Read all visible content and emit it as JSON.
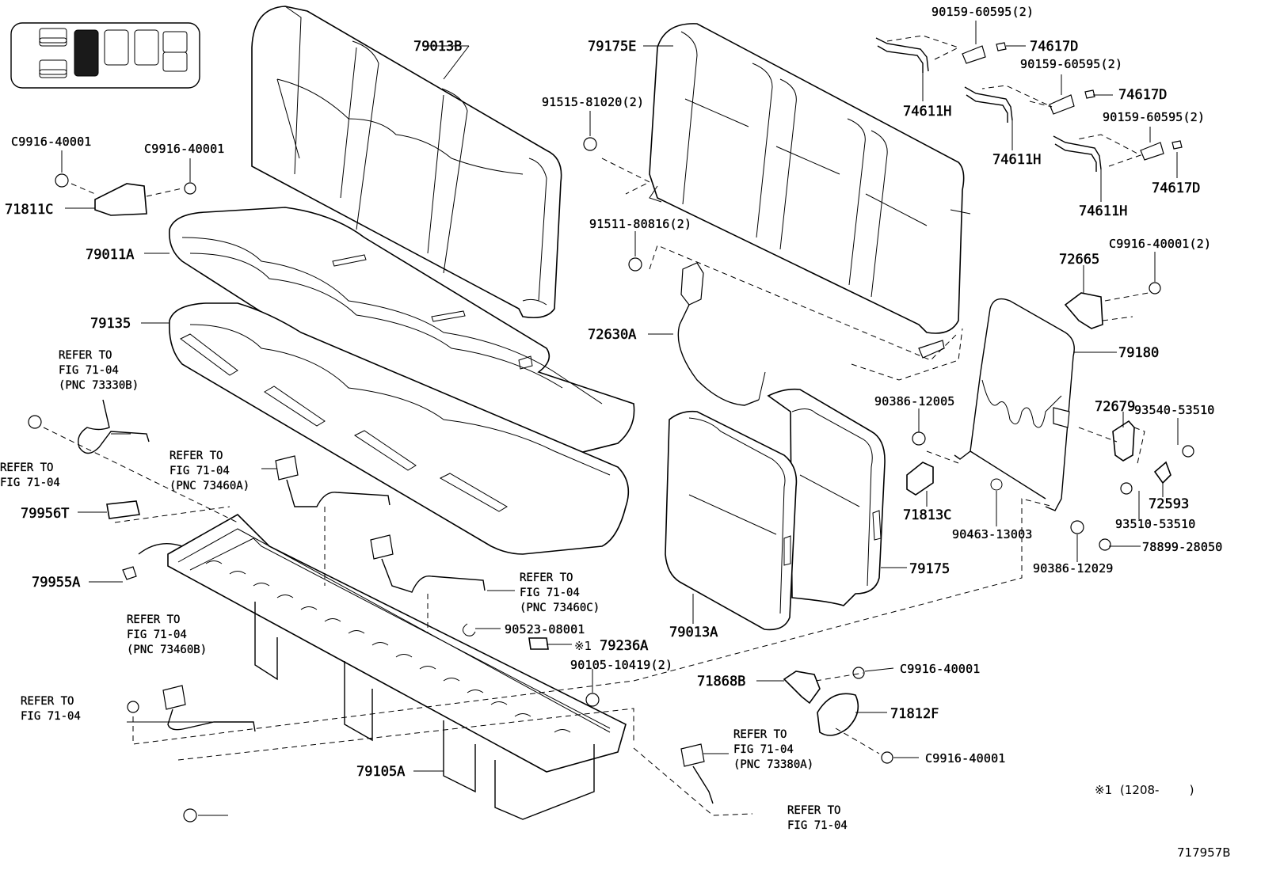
{
  "diagram": {
    "id": "717957B",
    "footnote_mark": "※1",
    "footnote_text": "(1208-        )",
    "labels": {
      "l_79013B": "79013B",
      "l_79175E": "79175E",
      "l_90159_a": "90159-60595(2)",
      "l_74617D_a": "74617D",
      "l_90159_b": "90159-60595(2)",
      "l_74617D_b": "74617D",
      "l_74611H_a": "74611H",
      "l_90159_c": "90159-60595(2)",
      "l_74611H_b": "74611H",
      "l_74617D_c": "74617D",
      "l_74611H_c": "74611H",
      "l_91515": "91515-81020(2)",
      "l_C9916_a": "C9916-40001",
      "l_C9916_b": "C9916-40001",
      "l_71811C": "71811C",
      "l_79011A": "79011A",
      "l_91511": "91511-80816(2)",
      "l_C9916_c": "C9916-40001(2)",
      "l_72665": "72665",
      "l_79135": "79135",
      "l_72630A": "72630A",
      "l_79180": "79180",
      "l_72679": "72679",
      "l_90386_a": "90386-12005",
      "l_93540": "93540-53510",
      "l_79956T": "79956T",
      "l_71813C": "71813C",
      "l_72593": "72593",
      "l_93510": "93510-53510",
      "l_90463": "90463-13003",
      "l_78899": "78899-28050",
      "l_90386_b": "90386-12029",
      "l_79955A": "79955A",
      "l_79175": "79175",
      "l_79013A": "79013A",
      "l_90523": "90523-08001",
      "l_79236A": "79236A",
      "l_90105": "90105-10419(2)",
      "l_71868B": "71868B",
      "l_C9916_d": "C9916-40001",
      "l_71812F": "71812F",
      "l_C9916_e": "C9916-40001",
      "l_79105A": "79105A"
    },
    "refs": {
      "r1_a": "REFER TO",
      "r1_b": "FIG 71-04",
      "r1_c": "(PNC 73330B)",
      "r2_a": "REFER TO",
      "r2_b": "FIG 71-04",
      "r3_a": "REFER TO",
      "r3_b": "FIG 71-04",
      "r3_c": "(PNC 73460A)",
      "r4_a": "REFER TO",
      "r4_b": "FIG 71-04",
      "r4_c": "(PNC 73460C)",
      "r5_a": "REFER TO",
      "r5_b": "FIG 71-04",
      "r5_c": "(PNC 73460B)",
      "r6_a": "REFER TO",
      "r6_b": "FIG 71-04",
      "r7_a": "REFER TO",
      "r7_b": "FIG 71-04",
      "r7_c": "(PNC 73380A)",
      "r8_a": "REFER TO",
      "r8_b": "FIG 71-04"
    }
  }
}
